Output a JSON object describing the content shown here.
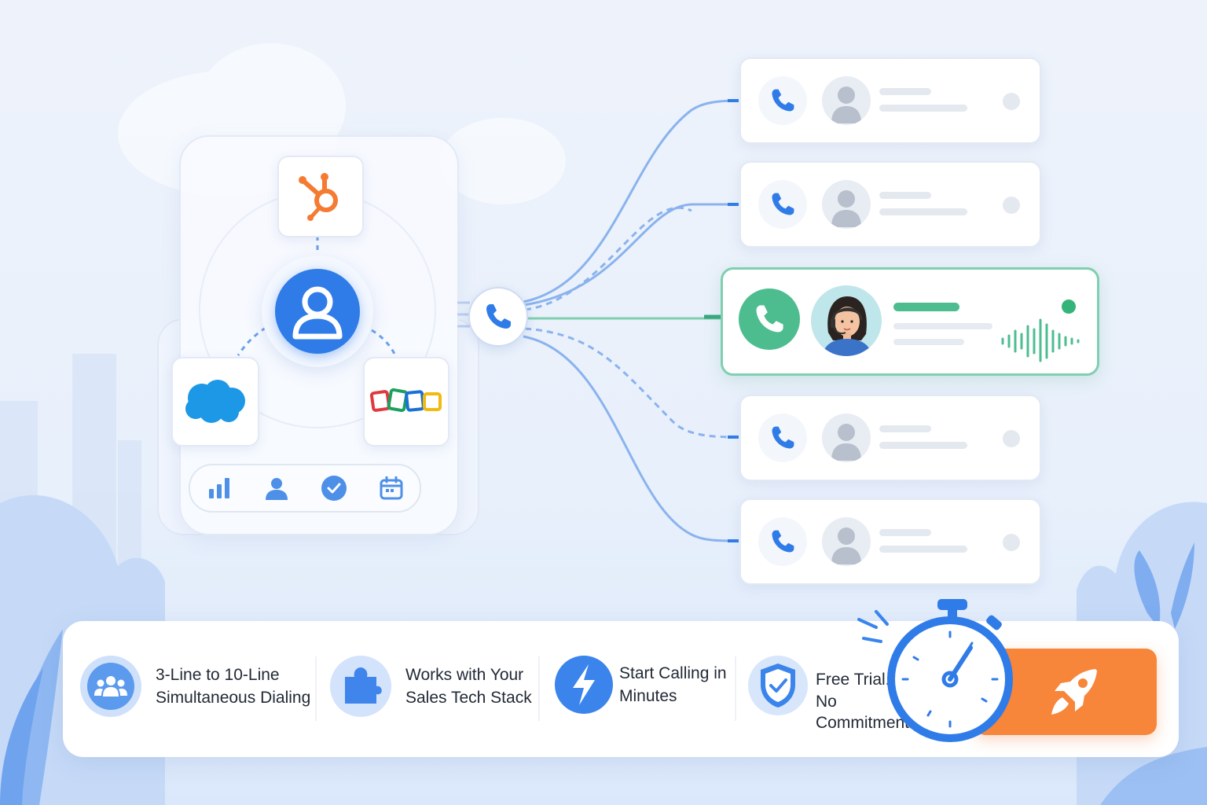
{
  "colors": {
    "primary_blue": "#2f7ce8",
    "accent_green": "#4dbd90",
    "cta_orange": "#f7853a",
    "hubspot_orange": "#f57b32",
    "salesforce_blue": "#1d98e6"
  },
  "crm_hub": {
    "integrations": [
      "hubspot-icon",
      "salesforce-icon",
      "zoho-icon"
    ],
    "center_icon": "user-icon",
    "toolbar_icons": [
      "bar-chart-icon",
      "person-icon",
      "check-circle-icon",
      "calendar-icon"
    ]
  },
  "dialer": {
    "hub_icon": "phone-icon",
    "line_count": 5,
    "active_line_index": 2
  },
  "features": [
    {
      "icon": "group-icon",
      "lines": [
        "3-Line to 10-Line",
        "Simultaneous Dialing"
      ]
    },
    {
      "icon": "puzzle-icon",
      "lines": [
        "Works with Your",
        "Sales Tech Stack"
      ]
    },
    {
      "icon": "lightning-icon",
      "lines": [
        "Start Calling in",
        "Minutes"
      ]
    },
    {
      "icon": "shield-check-icon",
      "lines": [
        "Free Trial.",
        "No",
        "Commitment."
      ]
    }
  ],
  "cta": {
    "icon": "rocket-icon",
    "decoration": "stopwatch-icon"
  }
}
